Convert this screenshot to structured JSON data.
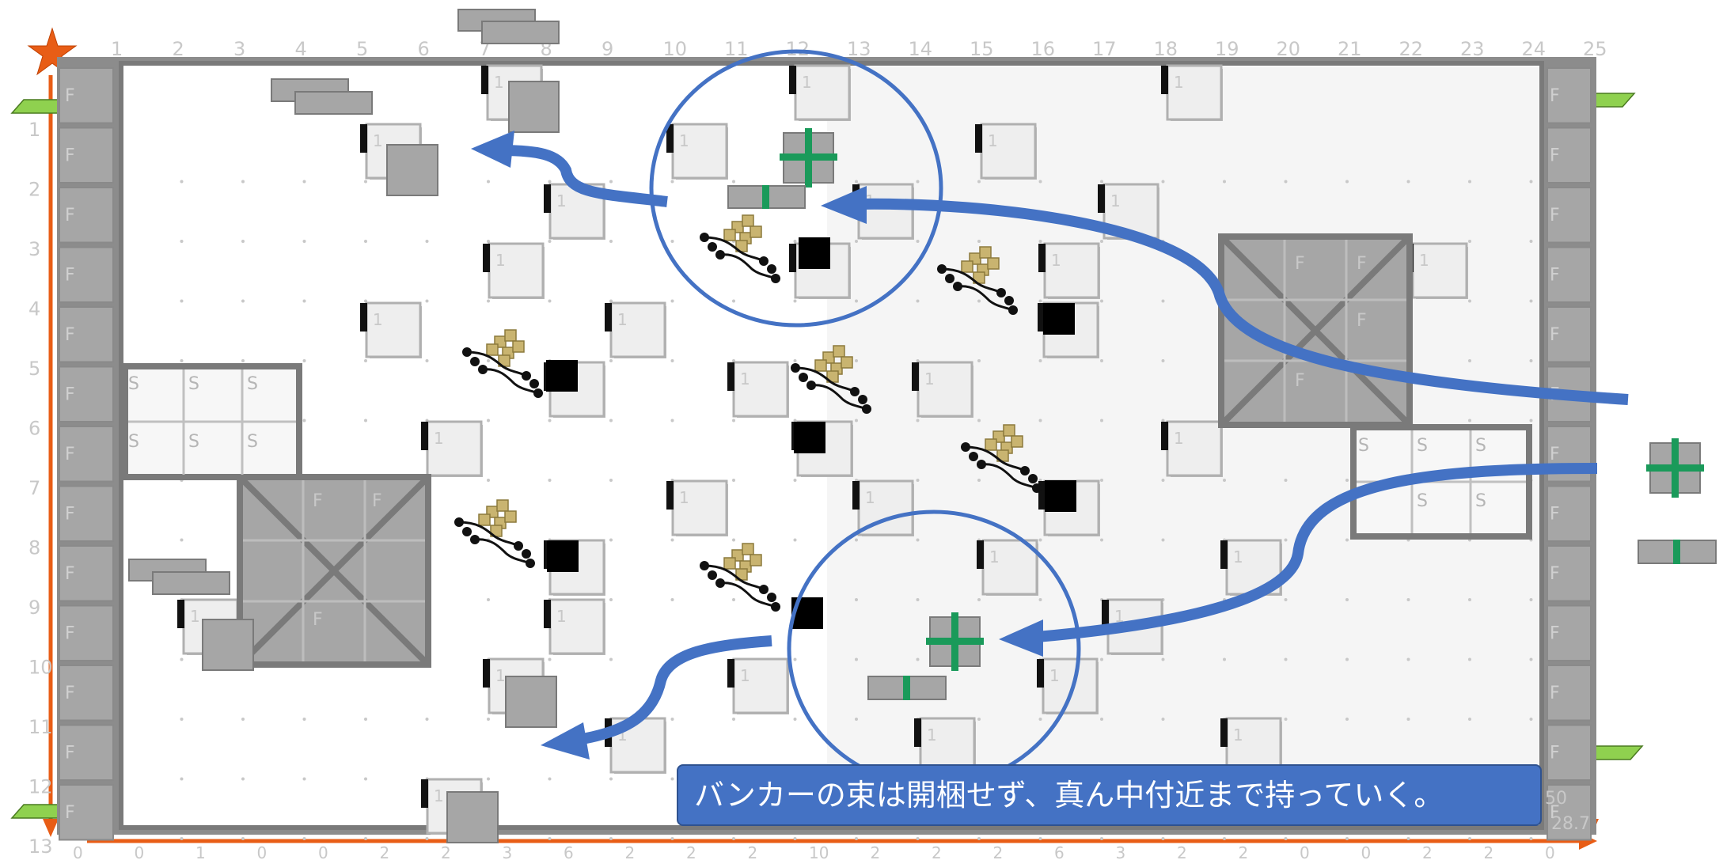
{
  "caption": "バンカーの束は開梱せず、真ん中付近まで持っていく。",
  "colors": {
    "accent_blue": "#4472c4",
    "axis_orange": "#e85d16",
    "marker_green": "#8fd14f",
    "cross_green": "#1a9a5a"
  },
  "icons": [
    "star-icon",
    "bunker-bundle-icon",
    "cross-marker-icon",
    "pole-marker-icon",
    "crate-icon",
    "pallet-icon"
  ],
  "grid": {
    "cols": 25,
    "rows": 13,
    "col_labels": [
      "1",
      "2",
      "3",
      "4",
      "5",
      "6",
      "7",
      "8",
      "9",
      "10",
      "11",
      "12",
      "13",
      "14",
      "15",
      "16",
      "17",
      "18",
      "19",
      "20",
      "21",
      "22",
      "23",
      "24",
      "25"
    ],
    "row_labels": [
      "1",
      "2",
      "3",
      "4",
      "5",
      "6",
      "7",
      "8",
      "9",
      "10",
      "11",
      "12",
      "13"
    ],
    "bottom_labels": [
      "0",
      "0",
      "1",
      "0",
      "0",
      "2",
      "2",
      "3",
      "6",
      "2",
      "2",
      "2",
      "10",
      "2",
      "2",
      "2",
      "6",
      "3",
      "2",
      "2",
      "0",
      "0",
      "2",
      "2",
      "0"
    ],
    "corner_labels": [
      "50",
      "28.7"
    ],
    "side_label_left": "F",
    "side_label_right": "F",
    "box_label": "1",
    "zone_labels": {
      "s": "S",
      "f": "F"
    }
  }
}
